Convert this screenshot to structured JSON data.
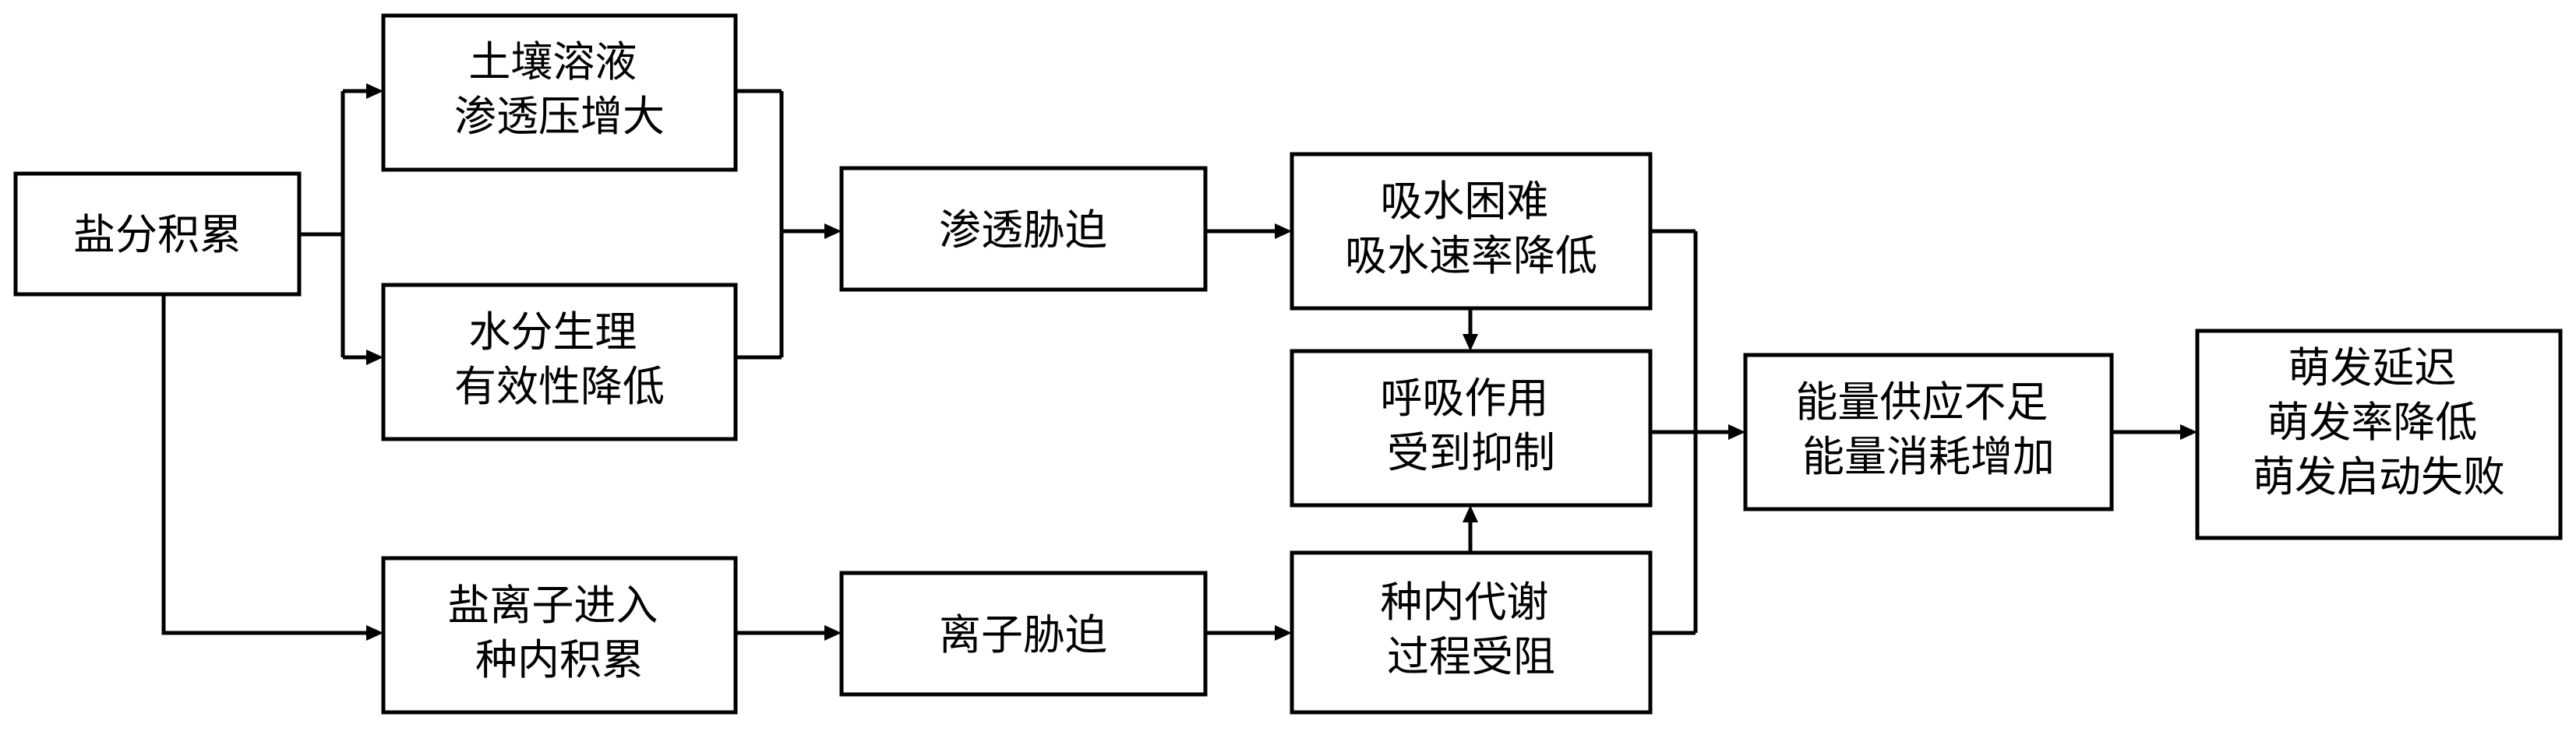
{
  "diagram": {
    "nodes": [
      {
        "id": "salt-accumulation",
        "lines": [
          "盐分积累"
        ]
      },
      {
        "id": "soil-osmotic-pressure",
        "lines": [
          "土壤溶液",
          "渗透压增大"
        ]
      },
      {
        "id": "water-physiology",
        "lines": [
          "水分生理",
          "有效性降低"
        ]
      },
      {
        "id": "osmotic-stress",
        "lines": [
          "渗透胁迫"
        ]
      },
      {
        "id": "water-uptake",
        "lines": [
          "吸水困难",
          "吸水速率降低"
        ]
      },
      {
        "id": "respiration",
        "lines": [
          "呼吸作用",
          "受到抑制"
        ]
      },
      {
        "id": "salt-ion-entry",
        "lines": [
          "盐离子进入",
          "种内积累"
        ]
      },
      {
        "id": "ion-stress",
        "lines": [
          "离子胁迫"
        ]
      },
      {
        "id": "metabolism",
        "lines": [
          "种内代谢",
          "过程受阻"
        ]
      },
      {
        "id": "energy",
        "lines": [
          "能量供应不足",
          "能量消耗增加"
        ]
      },
      {
        "id": "germination",
        "lines": [
          "萌发延迟",
          "萌发率降低",
          "萌发启动失败"
        ]
      }
    ]
  }
}
